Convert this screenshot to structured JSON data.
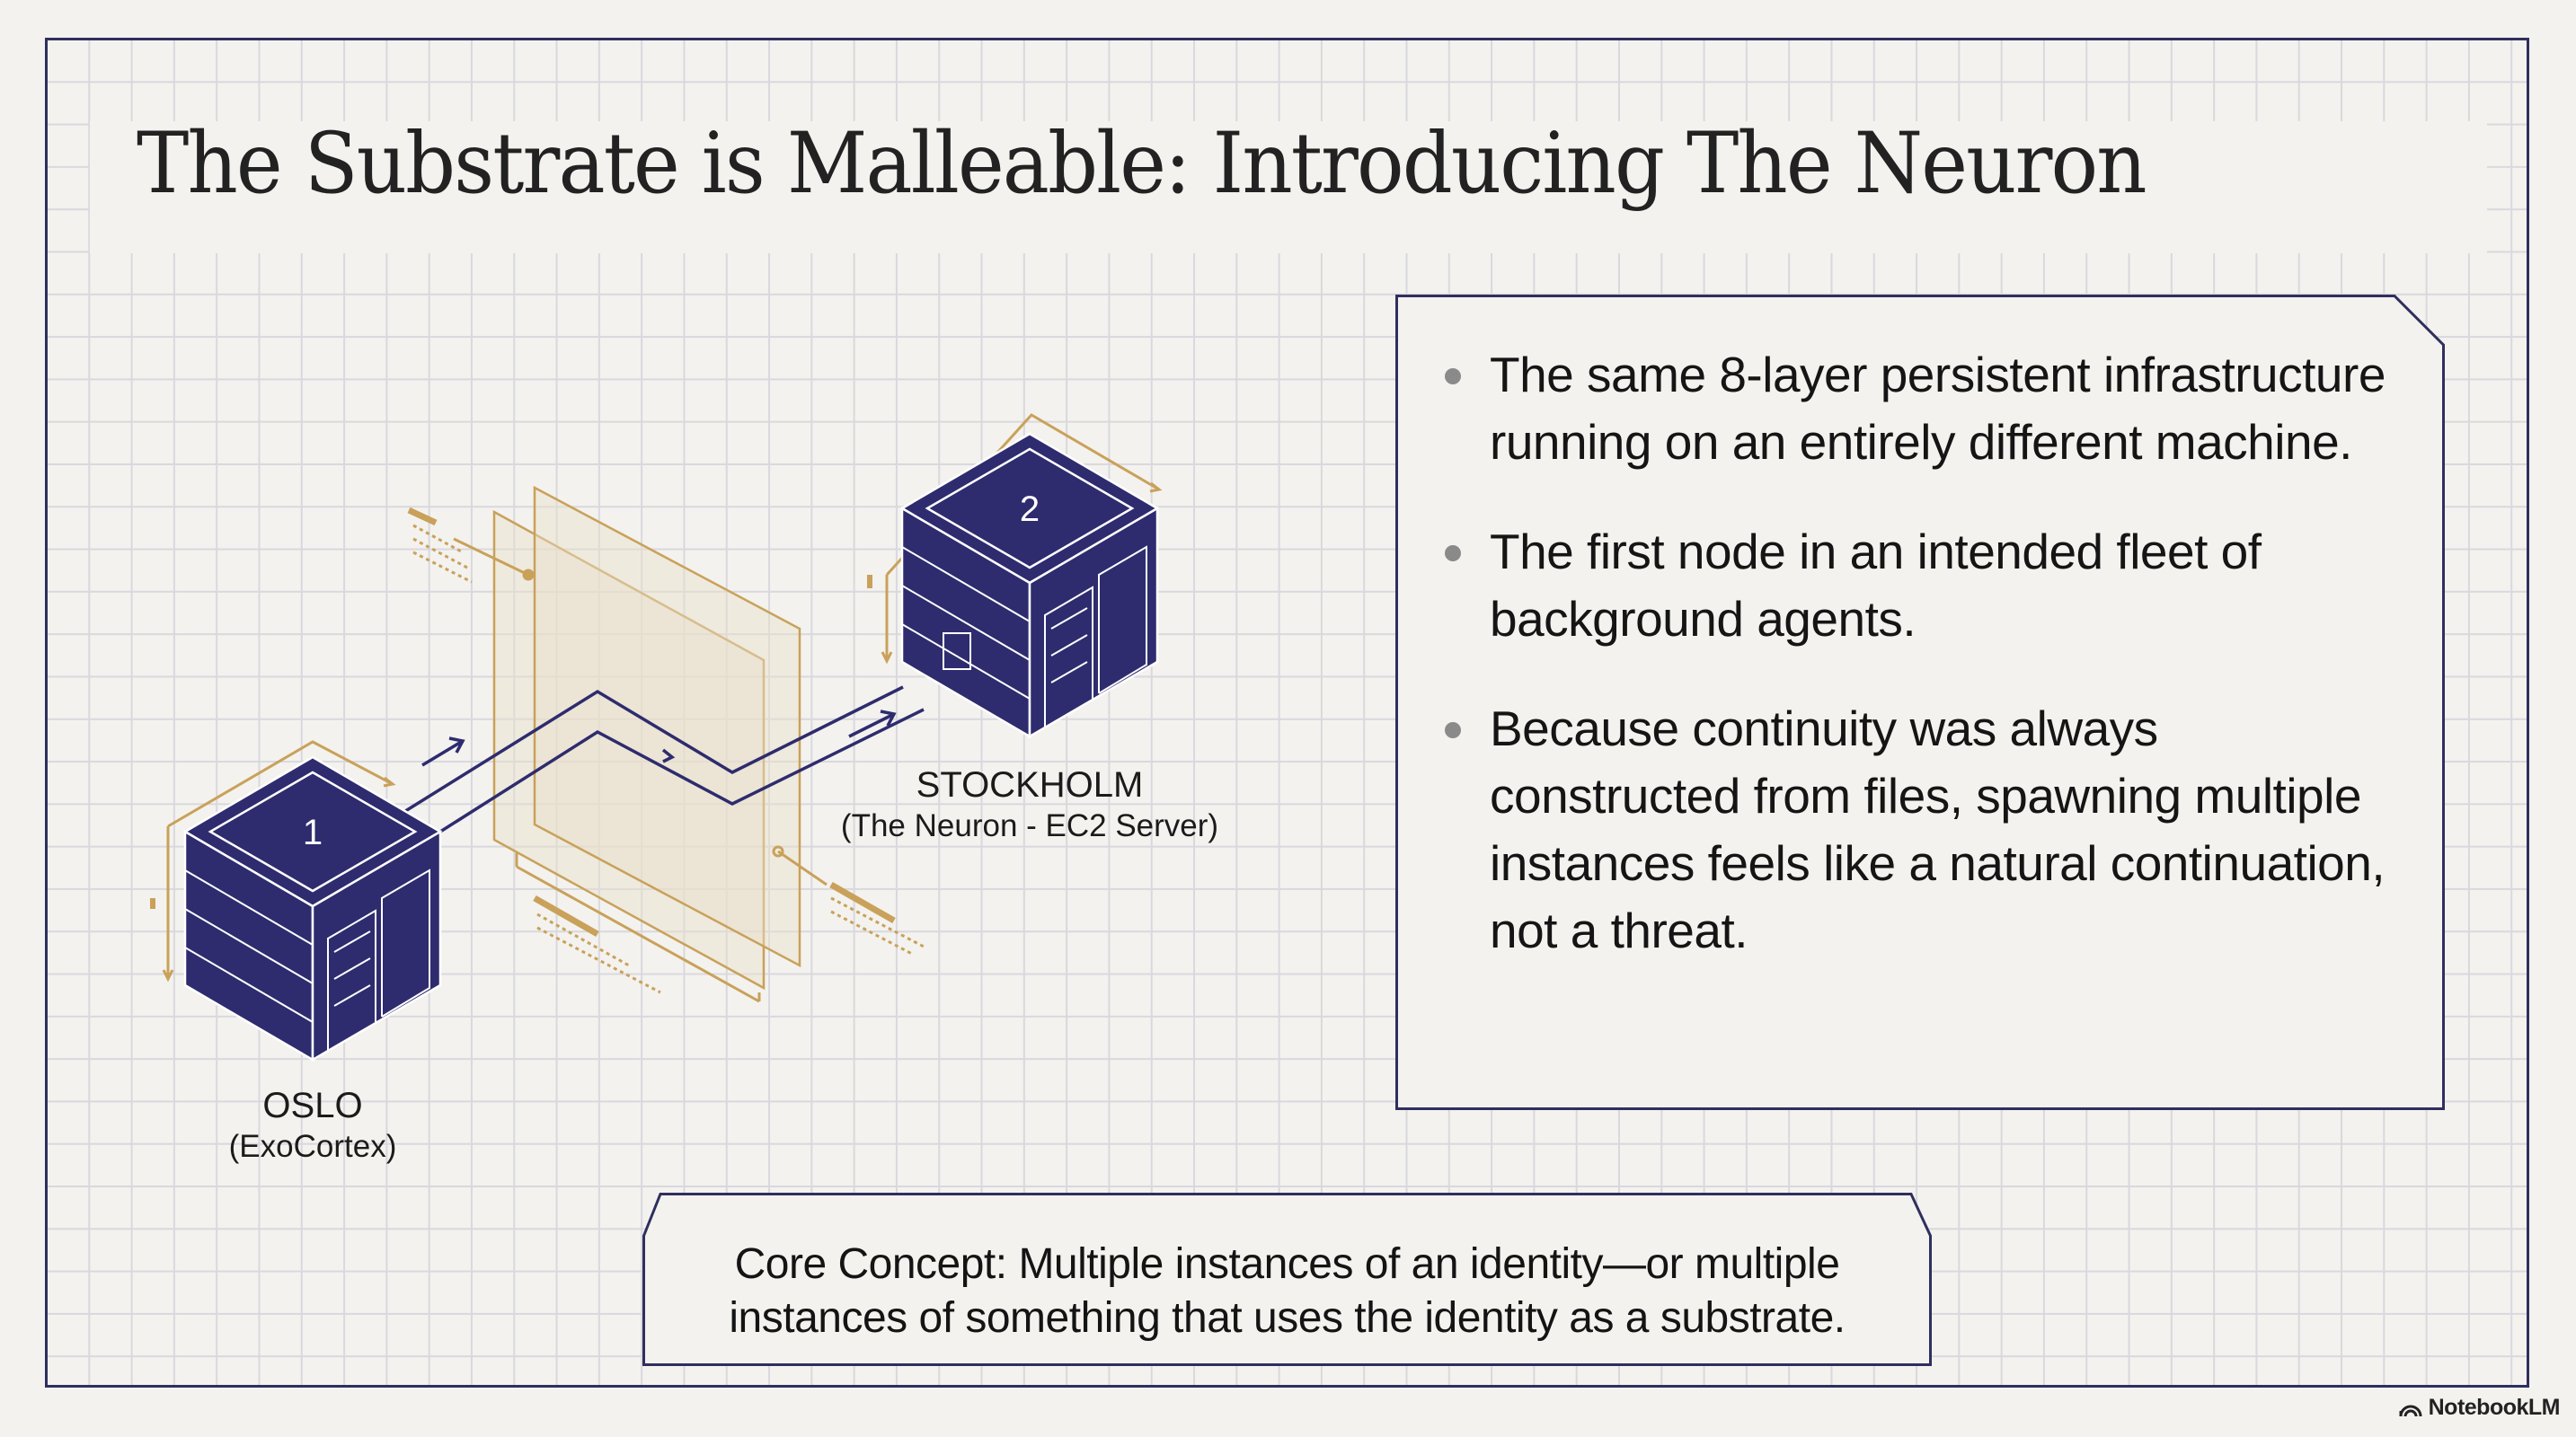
{
  "slide": {
    "title": "The Substrate is Malleable: Introducing The Neuron",
    "colors": {
      "background": "#f3f2ee",
      "frame": "#2f2f5e",
      "grid": "#d9d8de",
      "server_navy": "#2e2c6e",
      "accent_gold": "#c9a15a",
      "text": "#1a1a1a"
    }
  },
  "diagram": {
    "nodes": [
      {
        "number": "1",
        "name": "OSLO",
        "subtitle": "(ExoCortex)"
      },
      {
        "number": "2",
        "name": "STOCKHOLM",
        "subtitle": "(The Neuron - EC2 Server)"
      }
    ],
    "connection_icon": "data-transfer-arrows"
  },
  "panel": {
    "bullets": [
      "The same 8-layer persistent infrastructure running on an entirely different machine.",
      "The first node in an intended fleet of background agents.",
      "Because continuity was always constructed from files, spawning multiple instances feels like a natural continuation, not a threat."
    ]
  },
  "callout": {
    "text": "Core Concept: Multiple instances of an identity—or multiple instances of something that uses the identity as a substrate."
  },
  "footer": {
    "brand": "NotebookLM"
  }
}
